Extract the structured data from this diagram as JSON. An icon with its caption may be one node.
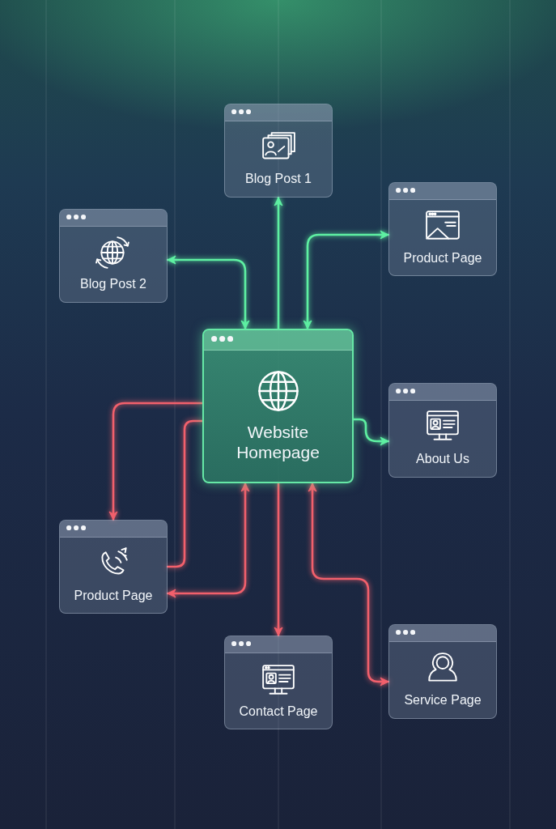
{
  "diagram": {
    "nodes": [
      {
        "text": [
          "Blog Post 1"
        ]
      },
      {
        "text": [
          "Product Page"
        ]
      },
      {
        "text": [
          "Blog Post 2"
        ]
      },
      {
        "text": [
          "Website Homepage"
        ]
      },
      {
        "text": [
          "About Us"
        ]
      },
      {
        "text": [
          "Product Page"
        ]
      },
      {
        "text": [
          "Contact Page"
        ]
      },
      {
        "text": [
          "Service Page"
        ]
      }
    ],
    "edges": [
      {
        "from": 3,
        "to": 0,
        "arrow": "to",
        "color": "#5ef0a2"
      },
      {
        "from": 3,
        "to": 2,
        "arrow": "both",
        "color": "#5ef0a2"
      },
      {
        "from": 3,
        "to": 1,
        "arrow": "both",
        "color": "#5ef0a2"
      },
      {
        "from": 3,
        "to": 4,
        "arrow": "to",
        "color": "#5ef0a2"
      },
      {
        "from": 3,
        "to": 5,
        "arrow": "to"
      },
      {
        "from": 3,
        "to": 5,
        "arrow": "none"
      },
      {
        "from": 3,
        "to": 5,
        "arrow": "both"
      },
      {
        "from": 3,
        "to": 6,
        "arrow": "to"
      },
      {
        "from": 3,
        "to": 7,
        "arrow": "both"
      }
    ]
  }
}
